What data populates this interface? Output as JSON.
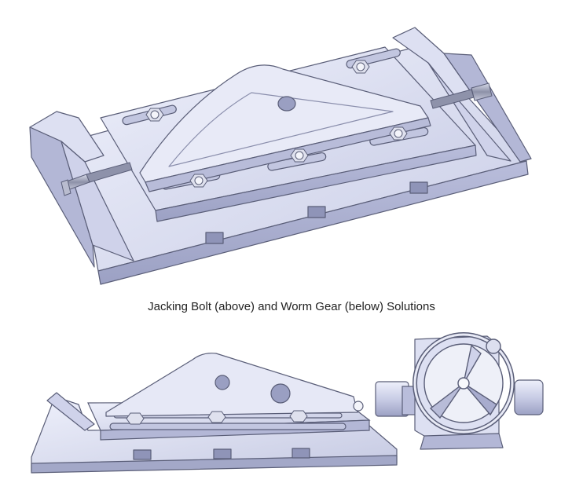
{
  "caption": "Jacking Bolt (above) and Worm Gear (below) Solutions",
  "colors": {
    "metal_light": "#e6e8f6",
    "metal_mid": "#c5c9e2",
    "metal_dark": "#9a9fc2",
    "edge": "#5a5e78",
    "background": "#ffffff"
  },
  "figures": [
    {
      "name": "jacking-bolt-assembly",
      "position": "top"
    },
    {
      "name": "worm-gear-assembly",
      "position": "bottom"
    }
  ]
}
